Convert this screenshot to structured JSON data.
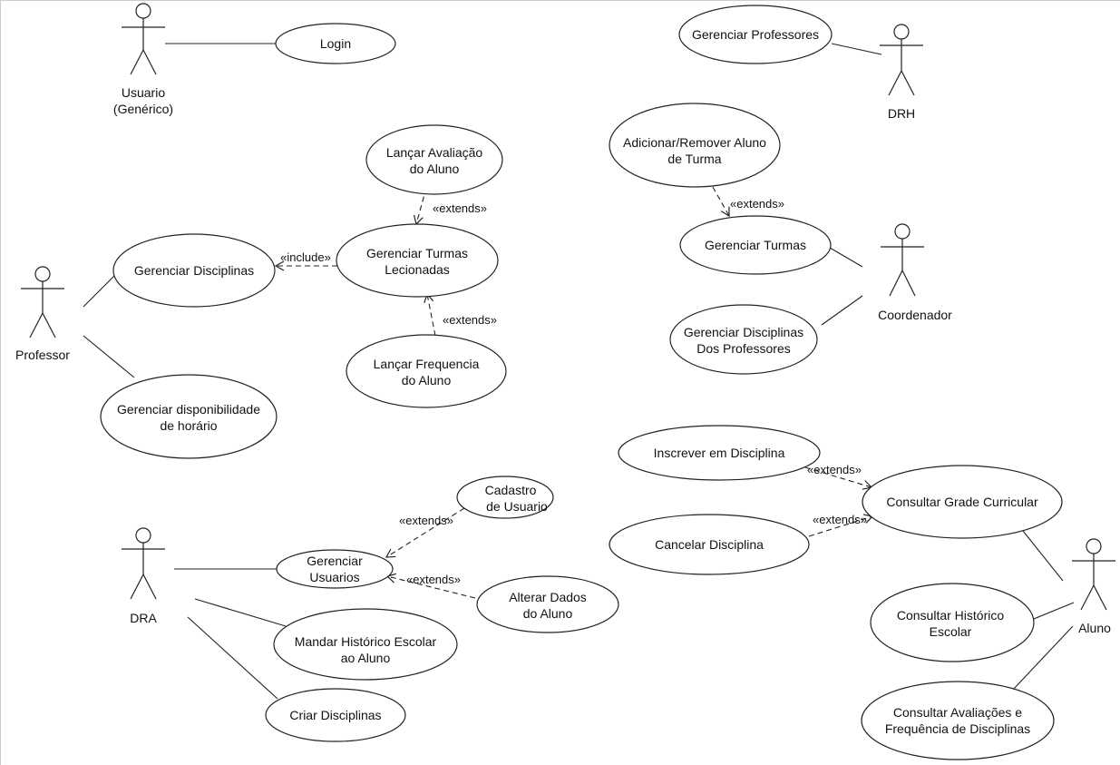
{
  "actors": {
    "usuario": {
      "name_line1": "Usuario",
      "name_line2": "(Genérico)"
    },
    "drh": {
      "name": "DRH"
    },
    "professor": {
      "name": "Professor"
    },
    "coordenador": {
      "name": "Coordenador"
    },
    "dra": {
      "name": "DRA"
    },
    "aluno": {
      "name": "Aluno"
    }
  },
  "use_cases": {
    "login": {
      "line1": "Login"
    },
    "gerenciar_professores": {
      "line1": "Gerenciar Professores"
    },
    "lancar_avaliacao": {
      "line1": "Lançar Avaliação",
      "line2": "do Aluno"
    },
    "adicionar_remover_aluno": {
      "line1": "Adicionar/Remover Aluno",
      "line2": "de Turma"
    },
    "gerenciar_disciplinas": {
      "line1": "Gerenciar Disciplinas"
    },
    "gerenciar_turmas_lecionadas": {
      "line1": "Gerenciar Turmas",
      "line2": "Lecionadas"
    },
    "gerenciar_turmas": {
      "line1": "Gerenciar Turmas"
    },
    "gerenciar_disciplinas_professores": {
      "line1": "Gerenciar Disciplinas",
      "line2": "Dos Professores"
    },
    "lancar_frequencia": {
      "line1": "Lançar Frequencia",
      "line2": "do Aluno"
    },
    "gerenciar_disponibilidade": {
      "line1": "Gerenciar disponibilidade",
      "line2": "de horário"
    },
    "inscrever_disciplina": {
      "line1": "Inscrever em Disciplina"
    },
    "consultar_grade": {
      "line1": "Consultar Grade Curricular"
    },
    "cancelar_disciplina": {
      "line1": "Cancelar Disciplina"
    },
    "cadastro_usuario": {
      "line1": "Cadastro",
      "line2": "de Usuario"
    },
    "gerenciar_usuarios": {
      "line1": "Gerenciar",
      "line2": "Usuarios"
    },
    "alterar_dados": {
      "line1": "Alterar Dados",
      "line2": "do Aluno"
    },
    "mandar_historico": {
      "line1": "Mandar Histórico Escolar",
      "line2": "ao Aluno"
    },
    "consultar_historico": {
      "line1": "Consultar Histórico",
      "line2": "Escolar"
    },
    "criar_disciplinas": {
      "line1": "Criar Disciplinas"
    },
    "consultar_avaliacoes": {
      "line1": "Consultar Avaliações e",
      "line2": "Frequência de Disciplinas"
    }
  },
  "stereotypes": {
    "extends_avaliacao": "«extends»",
    "include": "«include»",
    "extends_frequencia": "«extends»",
    "extends_turma": "«extends»",
    "extends_inscrever": "«extends»",
    "extends_cancelar": "«extends»",
    "extends_cadastro": "«extends»",
    "extends_alterar": "«extends»"
  }
}
